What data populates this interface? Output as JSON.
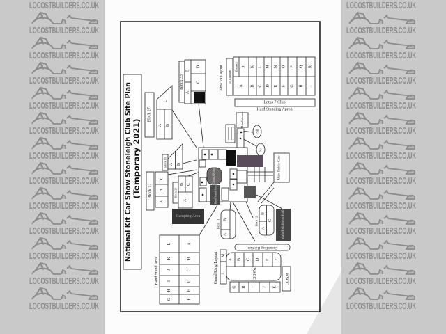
{
  "watermark": "LOCOSTBUILDERS.CO.UK",
  "plan": {
    "title_line1": "National Kit Car Show Stoneleigh Club Site Plan",
    "title_line2": "(Temporary 2021)",
    "block27": {
      "label": "Block 27",
      "cells": [
        "C",
        "A",
        "B"
      ]
    },
    "block33": {
      "label": "Block 33",
      "cells": [
        "B",
        "A",
        "D",
        "C"
      ]
    },
    "area59": {
      "label": "Area 59 Layout",
      "roadside": "59 Roadside",
      "entrance": "Entrance",
      "top_row": [
        "J",
        "K",
        "L",
        "M",
        "N",
        "O",
        "P",
        "Q",
        "R"
      ],
      "bottom_row": [
        "A",
        "B",
        "C",
        "D",
        "E",
        "F",
        "G",
        "H",
        "I"
      ]
    },
    "lotus7": "Lotus 7 Club",
    "hard_standing": "Hard Standing Apron",
    "main_entrance": "Main Entrance",
    "markers": [
      "76B",
      "76A"
    ],
    "main_public_gate": "Main Public Gate",
    "grand_ring": "Grand Ring",
    "band_stand_dark": "Band Stand Area",
    "block10": {
      "label": "Block 10",
      "cells": [
        "A",
        "B"
      ]
    },
    "block17": {
      "label": "Block 17",
      "cells": [
        "C",
        "B",
        "A"
      ]
    },
    "block26": {
      "label": "Block 26",
      "cells": [
        "B",
        "C",
        "A"
      ]
    },
    "camping": "Camping Area",
    "block11": {
      "label": "Block 11",
      "cells": [
        "B",
        "A"
      ]
    },
    "block12": {
      "label": "Block 12",
      "cells": [
        "B",
        "C",
        "A"
      ]
    },
    "main_exhibition": "Main Exhibition Hall",
    "grand_ring_hill": "Grand Ring Hill Side",
    "band_stand": {
      "label": "Band Stand Area",
      "left_col": [
        "L",
        "K",
        "J",
        "I",
        "H",
        "G"
      ],
      "right_col": [
        "A",
        "B",
        "C",
        "D",
        "E",
        "F"
      ]
    },
    "grand_ring_layout": {
      "label": "Grand Ring Layout",
      "side": [
        "M",
        "L"
      ],
      "top_row": [
        "A",
        "B",
        "C",
        "D",
        "E",
        "F"
      ],
      "center": "WSCC",
      "bottom_row": [
        "G",
        "H",
        "I",
        "J",
        "K"
      ],
      "side_box": "WSCC"
    }
  }
}
